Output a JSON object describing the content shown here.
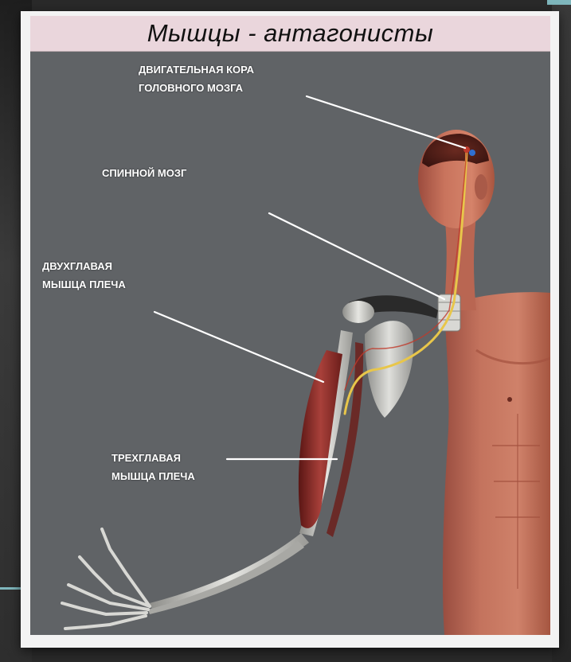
{
  "title": "Мышцы - антагонисты",
  "labels": {
    "motor_cortex": {
      "line1": "ДВИГАТЕЛЬНАЯ КОРА",
      "line2": "ГОЛОВНОГО МОЗГА"
    },
    "spinal_cord": {
      "line1": "СПИННОЙ МОЗГ"
    },
    "biceps": {
      "line1": "ДВУХГЛАВАЯ",
      "line2": "МЫШЦА ПЛЕЧА"
    },
    "triceps": {
      "line1": "ТРЕХГЛАВАЯ",
      "line2": "МЫШЦА ПЛЕЧА"
    }
  },
  "colors": {
    "panel": "#606366",
    "title_bar": "#ead6dc",
    "skin": "#c4705a",
    "muscle": "#8e2a28",
    "bone": "#d8d8d4",
    "nerve": "#e8c64a",
    "accent_teal": "#7fb7bd"
  }
}
